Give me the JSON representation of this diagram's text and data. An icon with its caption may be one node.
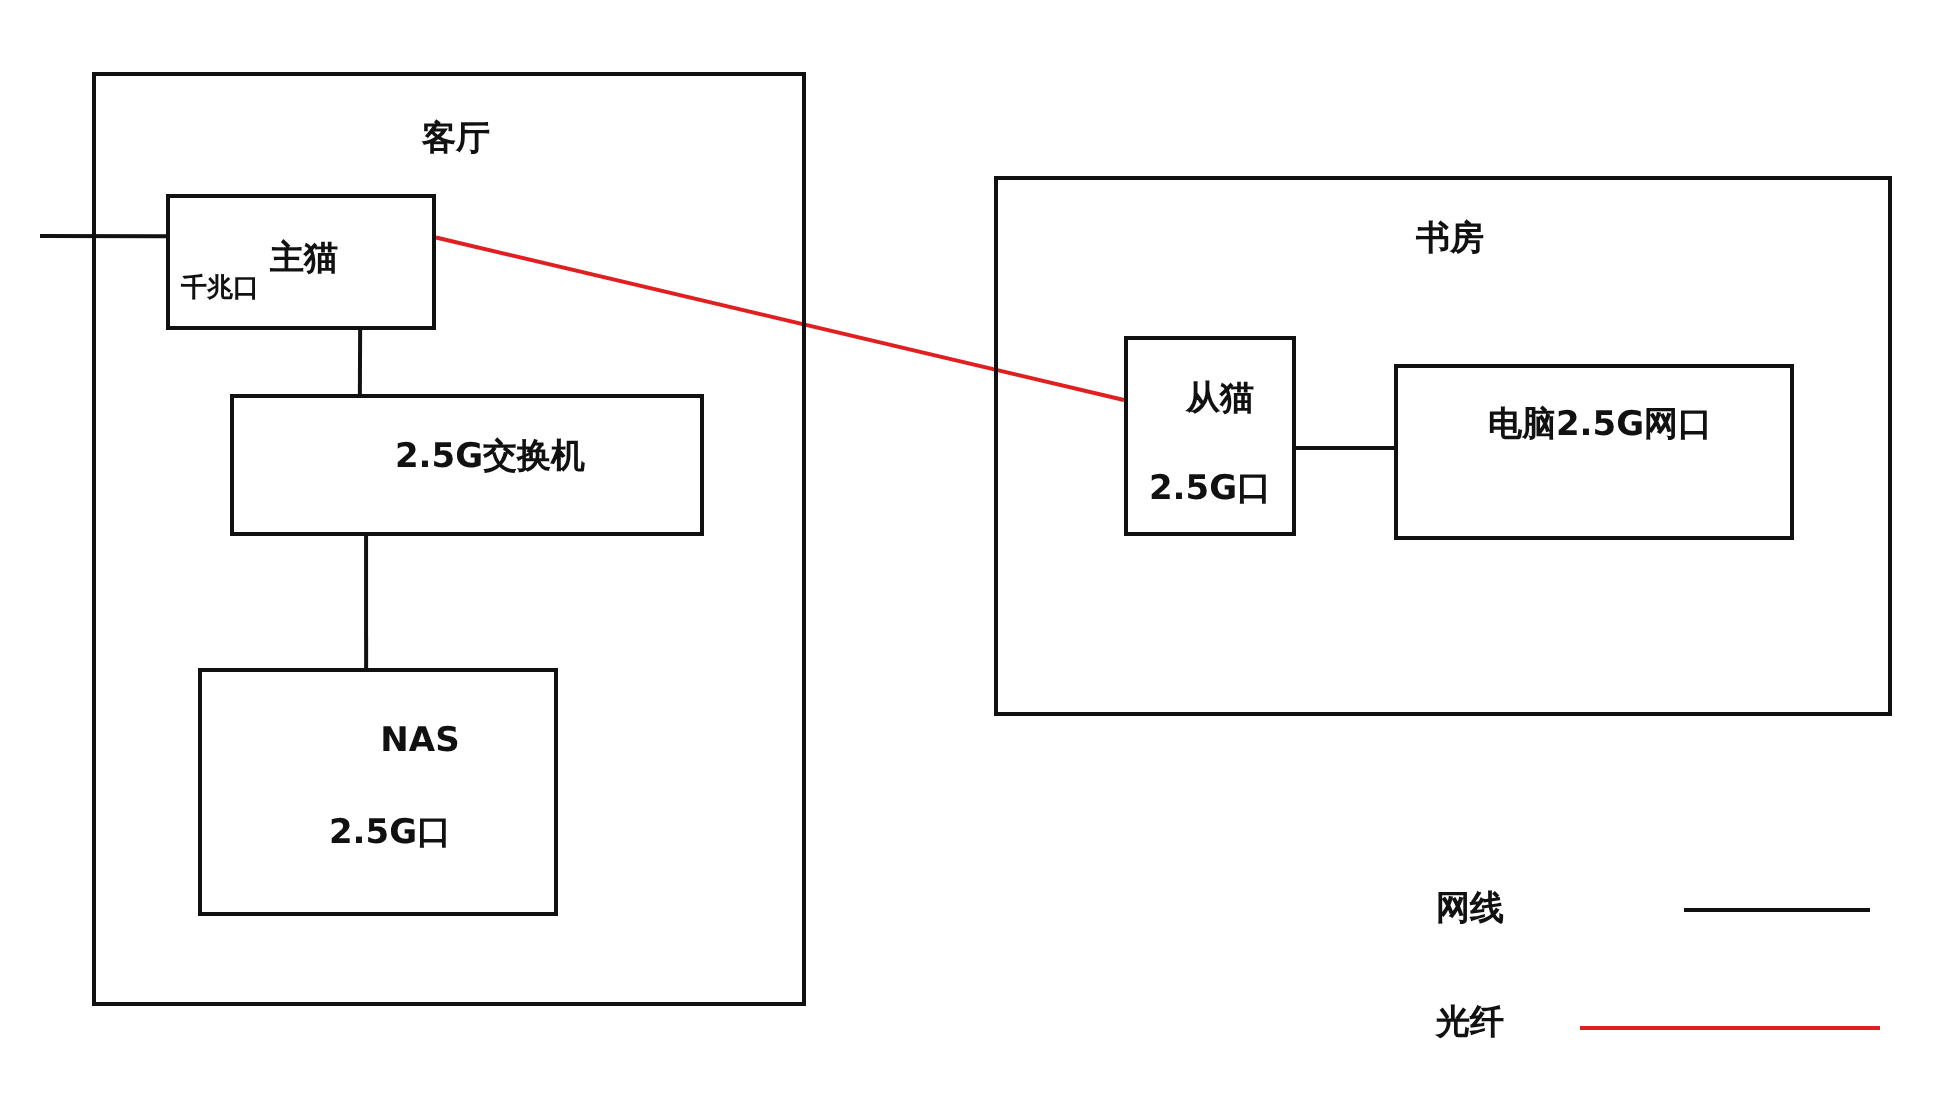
{
  "diagram": {
    "nodes": [
      {
        "text": [
          "客厅"
        ]
      },
      {
        "text": [
          "主猫",
          "千兆口"
        ],
        "in": 0
      },
      {
        "text": [
          "2.5G交换机"
        ],
        "in": 0
      },
      {
        "text": [
          "NAS",
          "2.5G口"
        ],
        "in": 0
      },
      {
        "text": [
          "书房"
        ]
      },
      {
        "text": [
          "从猫",
          "2.5G口"
        ],
        "in": 4
      },
      {
        "text": [
          "电脑2.5G网口"
        ],
        "in": 4
      }
    ],
    "edges": [
      {
        "from": null,
        "to": 1,
        "arrow": "none"
      },
      {
        "from": 1,
        "to": 2,
        "arrow": "none"
      },
      {
        "from": 2,
        "to": 3,
        "arrow": "none"
      },
      {
        "from": 1,
        "to": 5,
        "arrow": "none",
        "color": "#e02020"
      },
      {
        "from": 5,
        "to": 6,
        "arrow": "none"
      }
    ],
    "legend": [
      {
        "text": "网线"
      },
      {
        "text": "光纤"
      }
    ]
  }
}
